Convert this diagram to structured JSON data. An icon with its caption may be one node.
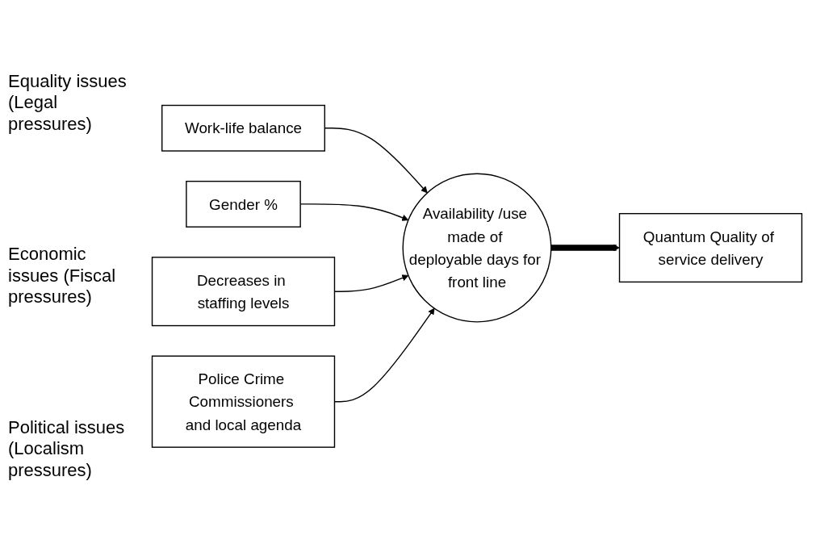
{
  "diagram": {
    "nodes": [
      {
        "text": [
          "Work-life balance"
        ]
      },
      {
        "text": [
          "Gender %"
        ]
      },
      {
        "text": [
          "Decreases in staffing levels"
        ]
      },
      {
        "text": [
          "Police Crime Commissioners and local agenda"
        ]
      },
      {
        "text": [
          "Availability /use made of deployable days for front line"
        ]
      },
      {
        "text": [
          "Quantum Quality of service delivery"
        ]
      }
    ],
    "edges": [
      {
        "from": 0,
        "to": 4,
        "arrow": "to"
      },
      {
        "from": 1,
        "to": 4,
        "arrow": "to"
      },
      {
        "from": 2,
        "to": 4,
        "arrow": "to"
      },
      {
        "from": 3,
        "to": 4,
        "arrow": "to"
      },
      {
        "from": 4,
        "to": 5,
        "arrow": "to",
        "style": "thick"
      }
    ],
    "labels": [
      "Equality issues (Legal pressures)",
      "Economic issues (Fiscal pressures)",
      "Political issues (Localism pressures)"
    ]
  }
}
